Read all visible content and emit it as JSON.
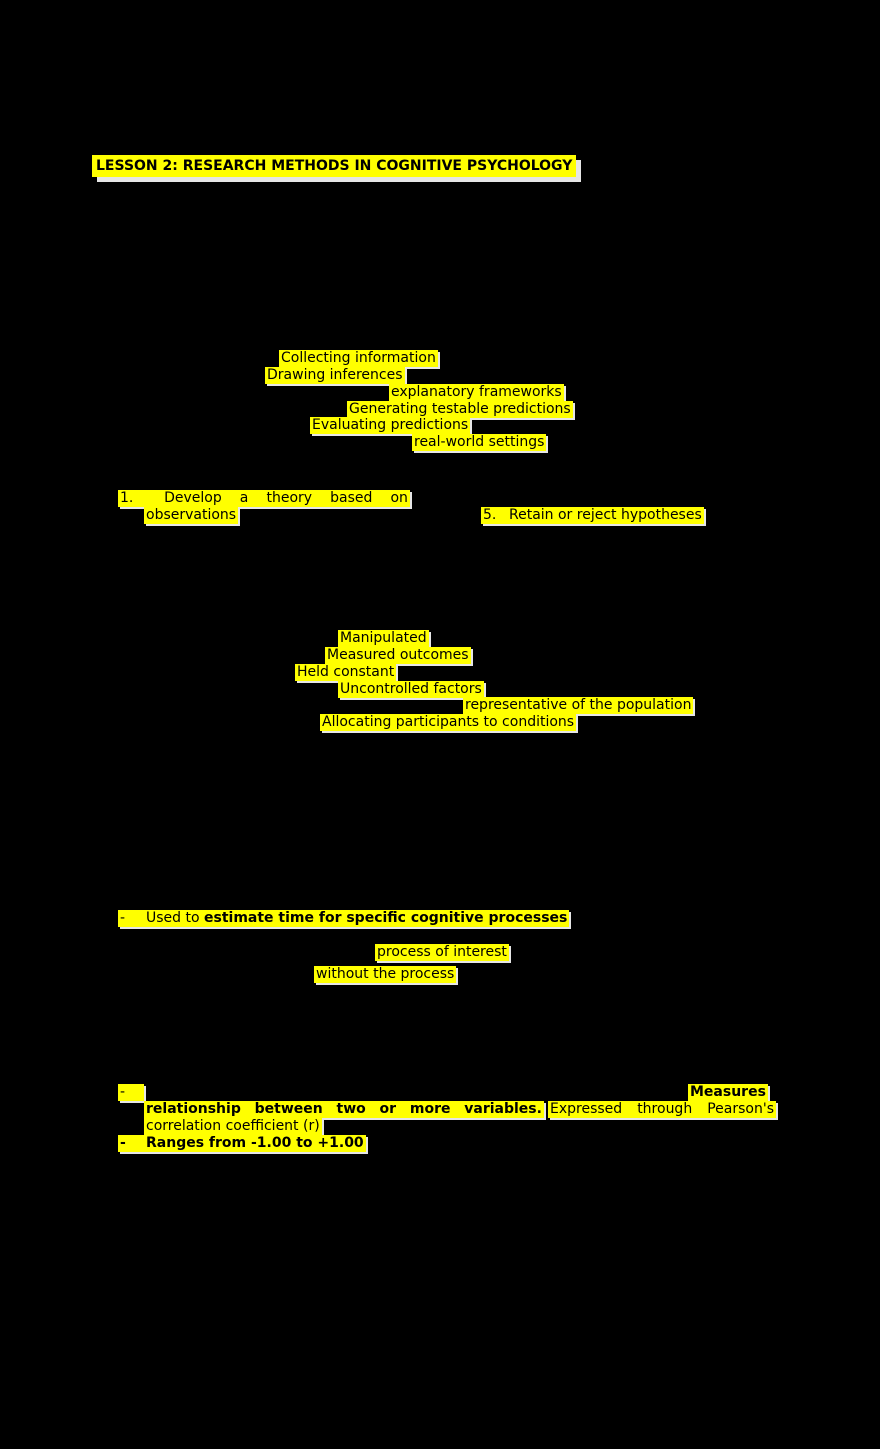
{
  "document": {
    "title": "LESSON 2: RESEARCH METHODS IN COGNITIVE PSYCHOLOGY",
    "background_color": "#000000",
    "highlight_color": "#ffff00"
  },
  "scientific_method_terms": [
    "Collecting information",
    "Drawing inferences",
    "explanatory frameworks",
    "Generating testable predictions",
    "Evaluating predictions",
    "real-world settings"
  ],
  "steps": {
    "step1_number": "1.",
    "step1_words": [
      "Develop",
      "a",
      "theory",
      "based",
      "on"
    ],
    "step1_cont": "observations",
    "step5_number": "5.",
    "step5_text": "Retain or reject hypotheses"
  },
  "variables": [
    "Manipulated",
    "Measured outcomes",
    "Held constant",
    "Uncontrolled factors",
    "representative of the population",
    "Allocating participants to conditions"
  ],
  "reaction_time": {
    "bullet": "-",
    "prefix": "Used to",
    "bold_text": "estimate time for specific cognitive processes",
    "line2": "process of interest",
    "line3": "without the process"
  },
  "correlation": {
    "bullet1": "-",
    "measures": "Measures",
    "bold_words": [
      "relationship",
      "between",
      "two",
      "or",
      "more",
      "variables."
    ],
    "expressed_words": [
      "Expressed",
      "through",
      "Pearson's"
    ],
    "coefficient": "correlation coefficient (r)",
    "bullet2": "-",
    "range": "Ranges from -1.00 to +1.00"
  }
}
